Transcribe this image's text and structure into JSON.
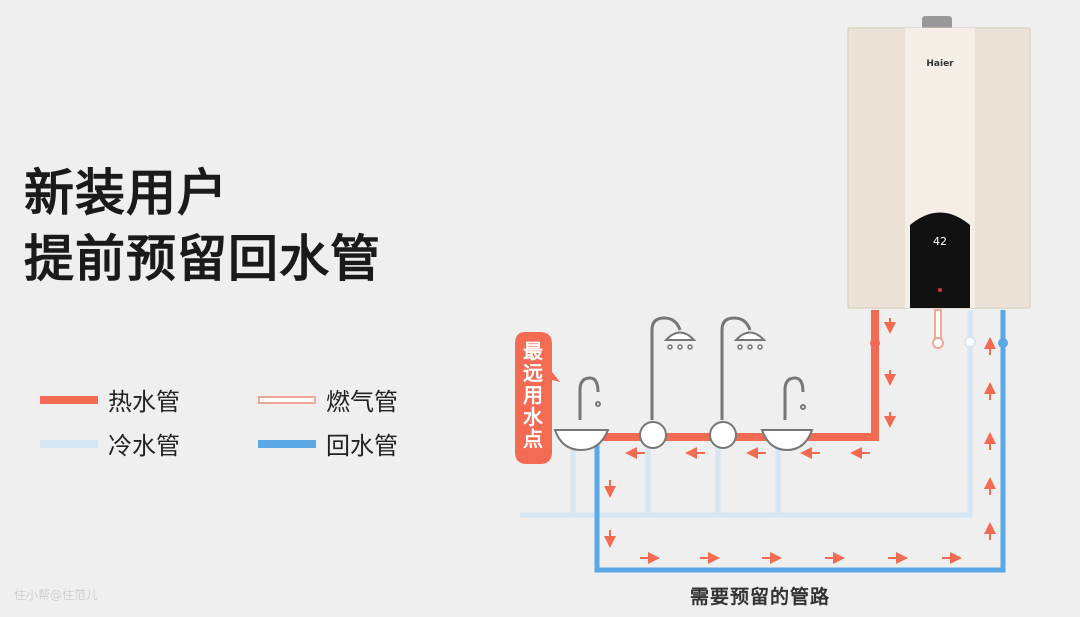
{
  "title": {
    "line1": "新装用户",
    "line2": "提前预留回水管"
  },
  "legend": [
    {
      "label": "热水管",
      "color": "#f26b52",
      "style": "solid"
    },
    {
      "label": "燃气管",
      "color": "#f0a898",
      "style": "outline"
    },
    {
      "label": "冷水管",
      "color": "#d6e6f3",
      "style": "solid"
    },
    {
      "label": "回水管",
      "color": "#5aa8e6",
      "style": "solid"
    }
  ],
  "callout": "最远用水点",
  "caption": "需要预留的管路",
  "heater_brand": "Haier",
  "heater_display": "42",
  "watermark": "住小帮@住范儿"
}
